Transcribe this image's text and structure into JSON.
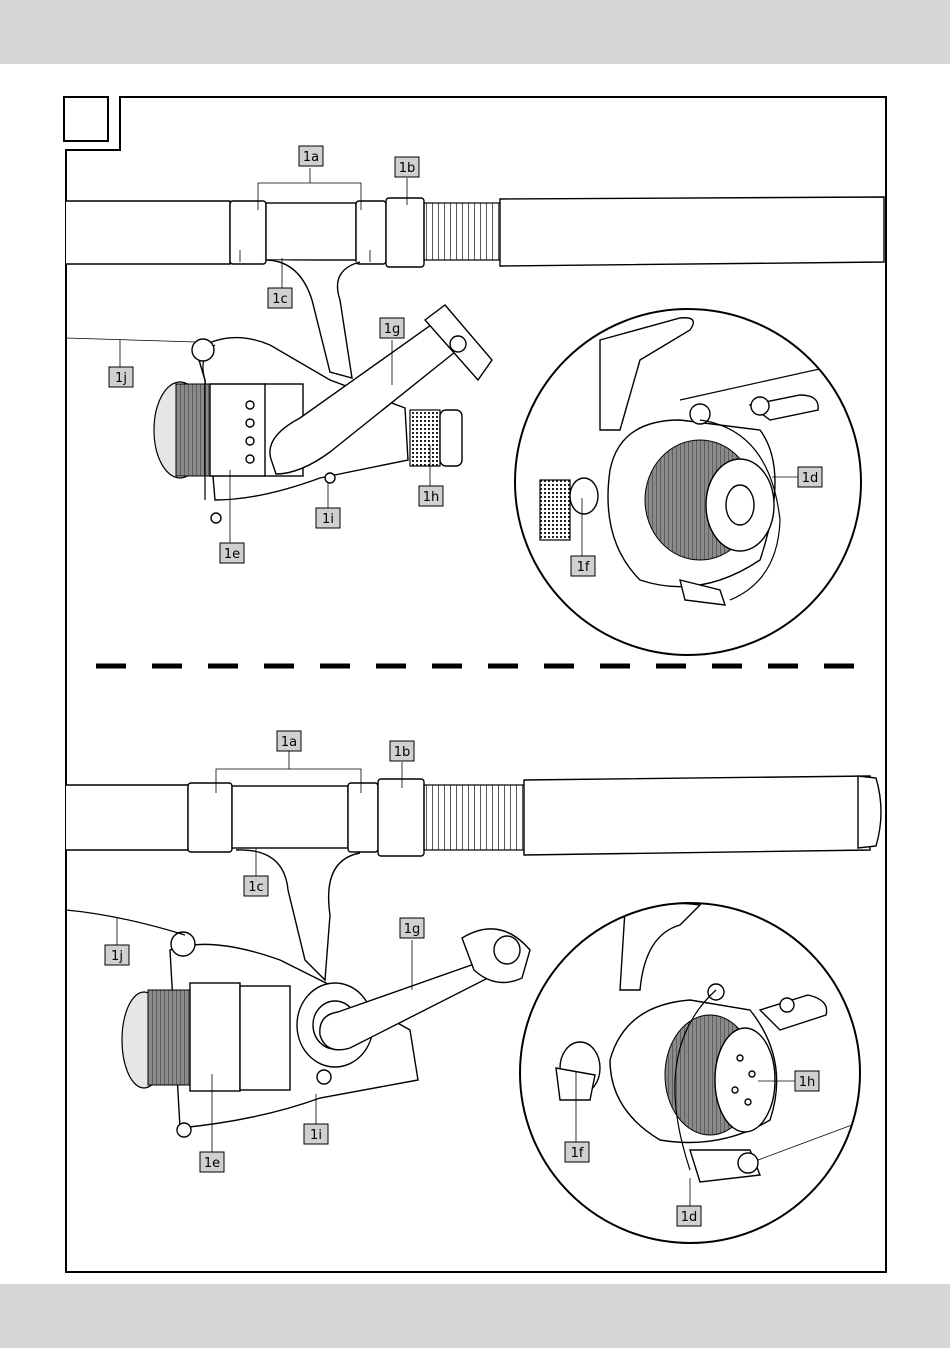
{
  "colors": {
    "band": "#d6d6d6",
    "label_fill": "#d0d0d0",
    "line": "#000000"
  },
  "figure": {
    "panel_number": ""
  },
  "top_view": {
    "labels": {
      "a": "1a",
      "b": "1b",
      "c": "1c",
      "d": "1d",
      "e": "1e",
      "f": "1f",
      "g": "1g",
      "h": "1h",
      "i": "1i",
      "j": "1j"
    }
  },
  "bottom_view": {
    "labels": {
      "a": "1a",
      "b": "1b",
      "c": "1c",
      "d": "1d",
      "e": "1e",
      "f": "1f",
      "g": "1g",
      "h": "1h",
      "i": "1i",
      "j": "1j"
    }
  }
}
